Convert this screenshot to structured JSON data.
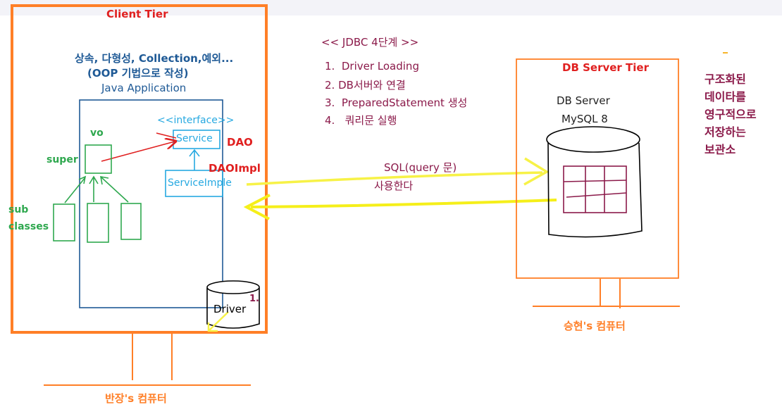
{
  "client": {
    "title": "Client Tier",
    "oop_line1": "상속, 다형성, Collection,예외...",
    "oop_line2": "(OOP 기법으로 작성)",
    "app_label": "Java Application",
    "interface_label": "<<interface>>",
    "vo_label": "vo",
    "super_label": "super",
    "sub_label": "sub",
    "classes_label": "classes",
    "service_label": "Service",
    "serviceimpl_label": "ServiceImple",
    "dao_label": "DAO",
    "daoimpl_label": "DAOImpl",
    "driver_label": "Driver",
    "step_marker": "1.",
    "computer_label": "반장's  컴퓨터"
  },
  "jdbc": {
    "title": "<< JDBC 4단계 >>",
    "steps": [
      {
        "num": "1.",
        "text": "Driver Loading"
      },
      {
        "num": "2.",
        "text": "DB서버와 연결"
      },
      {
        "num": "3.",
        "text": "PreparedStatement 생성"
      },
      {
        "num": "4.",
        "text": "쿼리문 실행"
      }
    ]
  },
  "arrow_labels": {
    "sql": "SQL(query 문)",
    "use": "사용한다"
  },
  "db": {
    "title": "DB Server Tier",
    "server_label": "DB Server",
    "mysql_label": "MySQL 8",
    "note_lines": [
      "구조화된",
      "데이타를",
      "영구적으로",
      "저장하는",
      "보관소"
    ],
    "computer_label": "승현's 컴퓨터"
  },
  "colors": {
    "orange": "#ff7f27",
    "blue": "#1f5a96",
    "cyan": "#27a9e1",
    "green": "#2fa84f",
    "red": "#e02020",
    "purple": "#8b1a4a",
    "yellow": "#f7f247"
  }
}
